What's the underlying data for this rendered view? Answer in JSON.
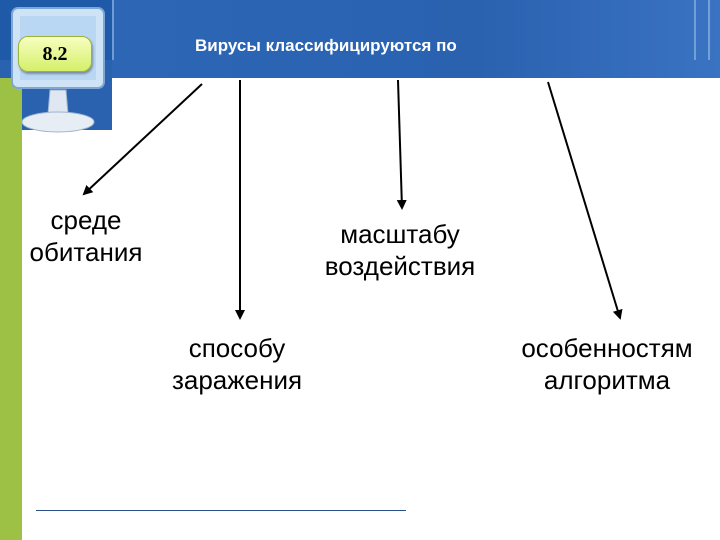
{
  "slide": {
    "number": "8.2",
    "title": "Вирусы классифицируются по"
  },
  "categories": [
    {
      "id": "habitat",
      "lines": [
        "среде",
        "обитания"
      ]
    },
    {
      "id": "infection",
      "lines": [
        "способу",
        "заражения"
      ]
    },
    {
      "id": "impact",
      "lines": [
        "масштабу",
        "воздействия"
      ]
    },
    {
      "id": "algorithm",
      "lines": [
        "особенностям",
        "алгоритма"
      ]
    }
  ],
  "colors": {
    "header": "#2a62b0",
    "accent": "#9cc145",
    "badge": "#e6f58a"
  },
  "icons": {
    "monitor": "monitor-icon"
  }
}
